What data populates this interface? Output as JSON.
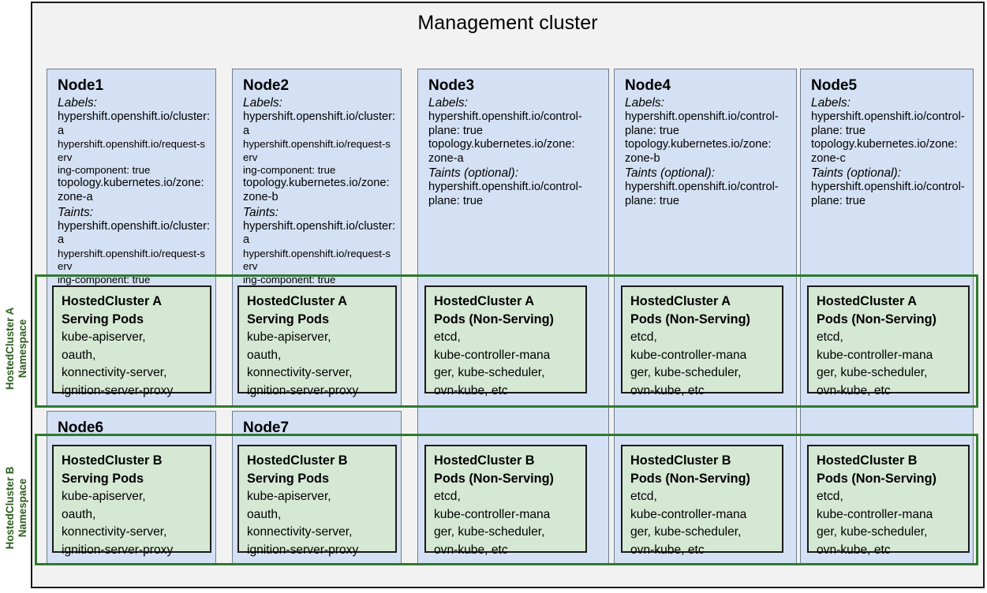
{
  "diagram": {
    "title": "Management cluster",
    "colors": {
      "node_fill": "#d4e1f4",
      "node_stroke": "#6f7c8b",
      "pod_fill": "#d5e8d4",
      "pod_stroke": "#1a1a1a",
      "namespace_stroke": "#2d7a2d",
      "namespace_label": "#2d5f1e",
      "frame_fill": "#f2f2f2",
      "frame_stroke": "#1a1a1a"
    }
  },
  "nodes": [
    {
      "name": "Node1",
      "labels_heading": "Labels:",
      "labels": [
        "hypershift.openshift.io/cluster:",
        "a",
        "hypershift.openshift.io/request-serv",
        "ing-component: true",
        "topology.kubernetes.io/zone:",
        "zone-a"
      ],
      "taints_heading": "Taints:",
      "taints": [
        "hypershift.openshift.io/cluster:",
        "a",
        "hypershift.openshift.io/request-serv",
        "ing-component: true"
      ]
    },
    {
      "name": "Node2",
      "labels_heading": "Labels:",
      "labels": [
        "hypershift.openshift.io/cluster:",
        "a",
        "hypershift.openshift.io/request-serv",
        "ing-component: true",
        "topology.kubernetes.io/zone:",
        "zone-b"
      ],
      "taints_heading": "Taints:",
      "taints": [
        "hypershift.openshift.io/cluster:",
        "a",
        "hypershift.openshift.io/request-serv",
        "ing-component: true"
      ]
    },
    {
      "name": "Node3",
      "labels_heading": "Labels:",
      "labels": [
        "hypershift.openshift.io/control-",
        "plane: true",
        "topology.kubernetes.io/zone:",
        "zone-a"
      ],
      "taints_heading": "Taints (optional):",
      "taints": [
        "hypershift.openshift.io/control-",
        "plane: true"
      ]
    },
    {
      "name": "Node4",
      "labels_heading": "Labels:",
      "labels": [
        "hypershift.openshift.io/control-",
        "plane: true",
        "topology.kubernetes.io/zone:",
        "zone-b"
      ],
      "taints_heading": "Taints (optional):",
      "taints": [
        "hypershift.openshift.io/control-",
        "plane: true"
      ]
    },
    {
      "name": "Node5",
      "labels_heading": "Labels:",
      "labels": [
        "hypershift.openshift.io/control-",
        "plane: true",
        "topology.kubernetes.io/zone:",
        "zone-c"
      ],
      "taints_heading": "Taints (optional):",
      "taints": [
        "hypershift.openshift.io/control-",
        "plane: true"
      ]
    },
    {
      "name": "Node6"
    },
    {
      "name": "Node7"
    }
  ],
  "namespaces": [
    {
      "label": "HostedCluster A\nNamespace"
    },
    {
      "label": "HostedCluster B\nNamespace"
    }
  ],
  "pods": {
    "a_serving": {
      "title_line1": "HostedCluster A",
      "title_line2": "Serving Pods",
      "items": [
        "kube-apiserver,",
        "oauth,",
        "konnectivity-server,",
        "ignition-server-proxy"
      ]
    },
    "a_nonserving": {
      "title_line1": "HostedCluster A",
      "title_line2": "Pods (Non-Serving)",
      "items": [
        "etcd,",
        "kube-controller-mana",
        "ger, kube-scheduler,",
        "ovn-kube, etc"
      ]
    },
    "b_serving": {
      "title_line1": "HostedCluster B",
      "title_line2": "Serving Pods",
      "items": [
        "kube-apiserver,",
        "oauth,",
        "konnectivity-server,",
        "ignition-server-proxy"
      ]
    },
    "b_nonserving": {
      "title_line1": "HostedCluster B",
      "title_line2": "Pods (Non-Serving)",
      "items": [
        "etcd,",
        "kube-controller-mana",
        "ger, kube-scheduler,",
        "ovn-kube, etc"
      ]
    }
  }
}
